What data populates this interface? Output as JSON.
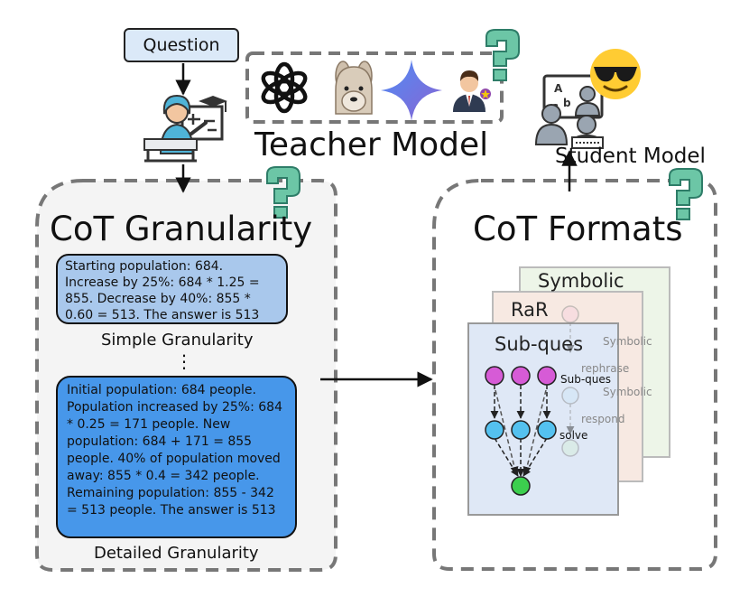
{
  "question_label": "Question",
  "teacher": {
    "title": "Teacher Model",
    "icons": [
      "openai-logo-icon",
      "llama-icon",
      "gemini-sparkle-icon",
      "teacher-person-icon"
    ]
  },
  "student": {
    "title": "Student Model"
  },
  "granularity": {
    "title": "CoT Granularity",
    "simple": {
      "text": "Starting population: 684. Increase by 25%: 684 * 1.25 = 855. Decrease by 40%: 855 * 0.60 = 513. The answer is 513",
      "label": "Simple Granularity"
    },
    "ellipsis": "⋮",
    "detailed": {
      "text": "Initial population: 684 people. Population increased by 25%: 684 * 0.25 = 171 people. New population: 684 + 171 = 855 people. 40% of population moved away: 855 * 0.4 = 342 people. Remaining population: 855 - 342 = 513 people. The answer is 513",
      "label": "Detailed Granularity"
    }
  },
  "formats": {
    "title": "CoT Formats",
    "symbolic": {
      "title": "Symbolic",
      "node_labels": [
        "Symbolic",
        "Symbolic"
      ]
    },
    "rar": {
      "title": "RaR",
      "node_labels": [
        "rephrase",
        "respond"
      ]
    },
    "subques": {
      "title": "Sub-ques",
      "node_labels": [
        "Sub-ques",
        "solve"
      ]
    }
  },
  "colors": {
    "simple_fill": "#a9c8ec",
    "detailed_fill": "#4797ea",
    "question_fill": "#dbe9f8",
    "panel_fill": "#f4f4f4",
    "symbolic_fill": "#edf5e8",
    "rar_fill": "#f7e9e2",
    "subques_fill": "#dfe8f6",
    "node_magenta": "#d65bd6",
    "node_cyan": "#54c1ef",
    "node_green": "#3ccf4e",
    "question_mark": "#6cc6a6"
  }
}
